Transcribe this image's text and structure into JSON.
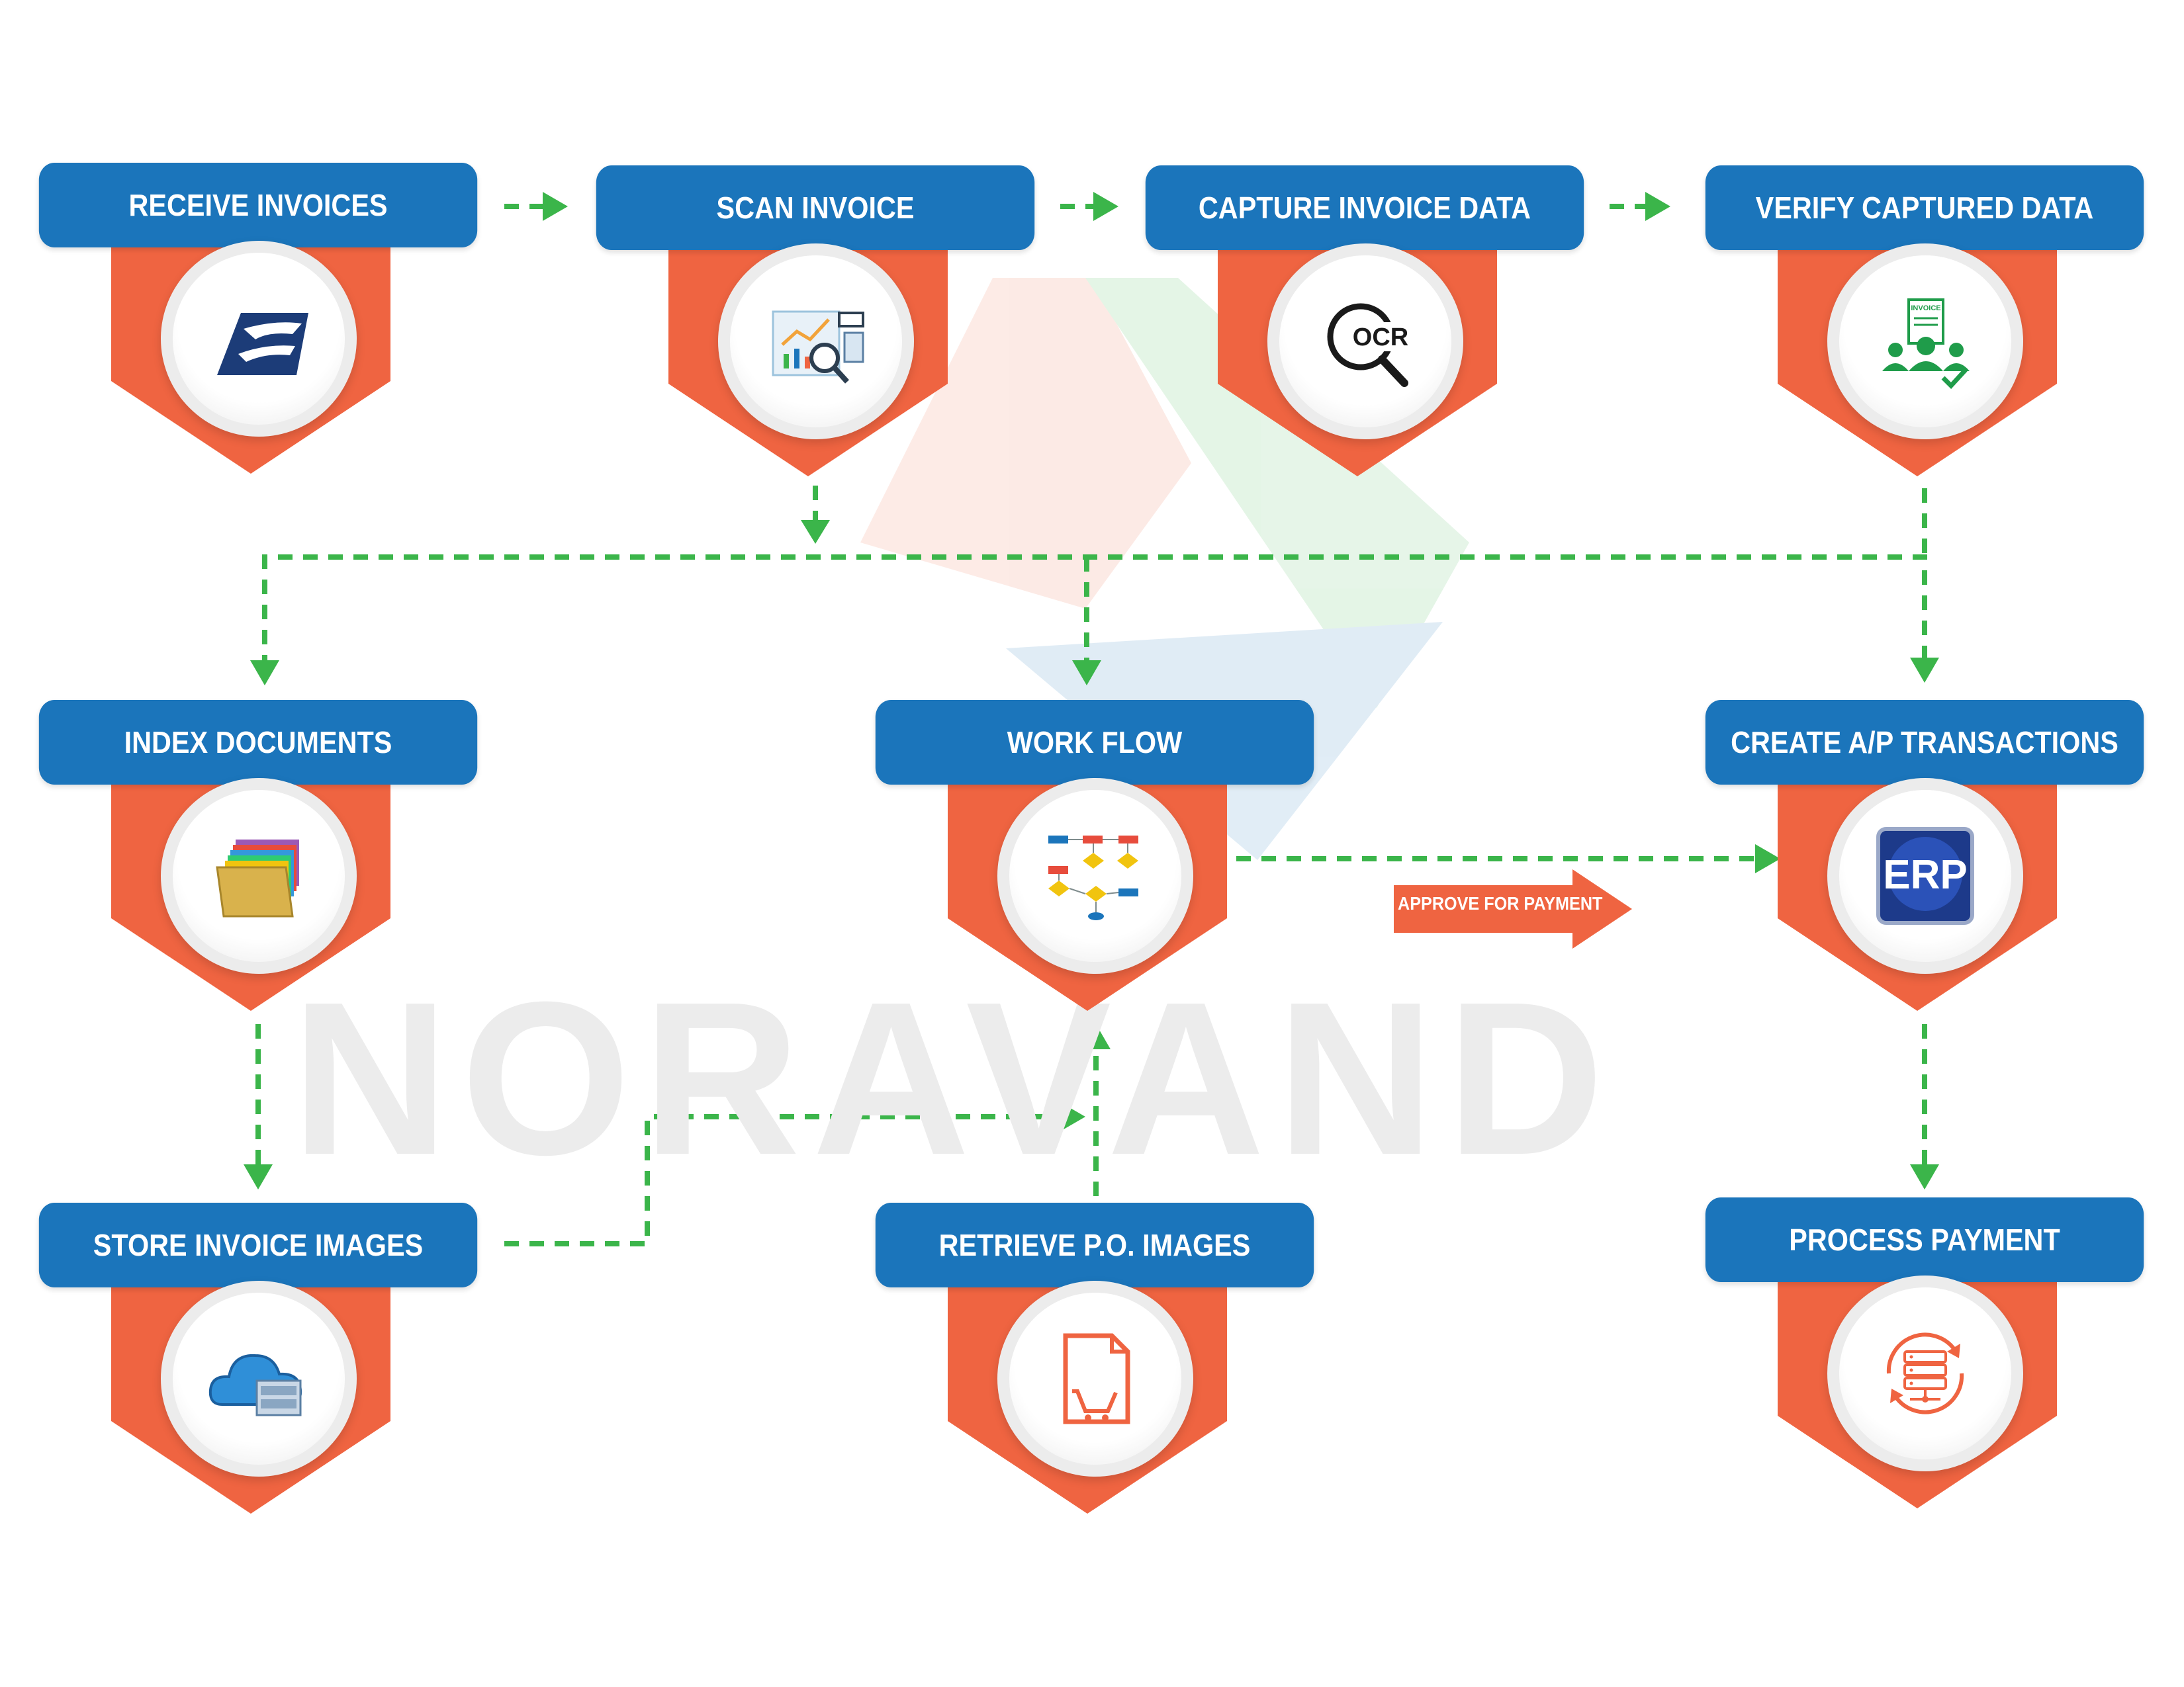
{
  "watermark": "NORAVAND",
  "colors": {
    "label_bar": "#1b75bb",
    "shield": "#ef6441",
    "connector": "#3bb54a",
    "circle_border": "#ececec"
  },
  "steps": {
    "receive_invoices": {
      "label": "RECEIVE INVOICES",
      "icon": "usps-eagle-icon"
    },
    "scan_invoice": {
      "label": "SCAN INVOICE",
      "icon": "scan-analytics-icon"
    },
    "capture_invoice_data": {
      "label": "CAPTURE INVOICE DATA",
      "icon": "ocr-magnifier-icon",
      "icon_text": "OCR"
    },
    "verify_captured_data": {
      "label": "VERIFY CAPTURED DATA",
      "icon": "invoice-verify-people-icon",
      "icon_text": "INVOICE"
    },
    "index_documents": {
      "label": "INDEX DOCUMENTS",
      "icon": "folders-icon"
    },
    "work_flow": {
      "label": "WORK FLOW",
      "icon": "flowchart-icon"
    },
    "create_ap_transactions": {
      "label": "CREATE A/P TRANSACTIONS",
      "icon": "erp-icon",
      "icon_text": "ERP"
    },
    "store_invoice_images": {
      "label": "STORE INVOICE IMAGES",
      "icon": "cloud-storage-icon"
    },
    "retrieve_po_images": {
      "label": "RETRIEVE P.O. IMAGES",
      "icon": "document-cart-icon"
    },
    "process_payment": {
      "label": "PROCESS PAYMENT",
      "icon": "server-sync-icon"
    }
  },
  "approve_label": "APPROVE FOR PAYMENT"
}
